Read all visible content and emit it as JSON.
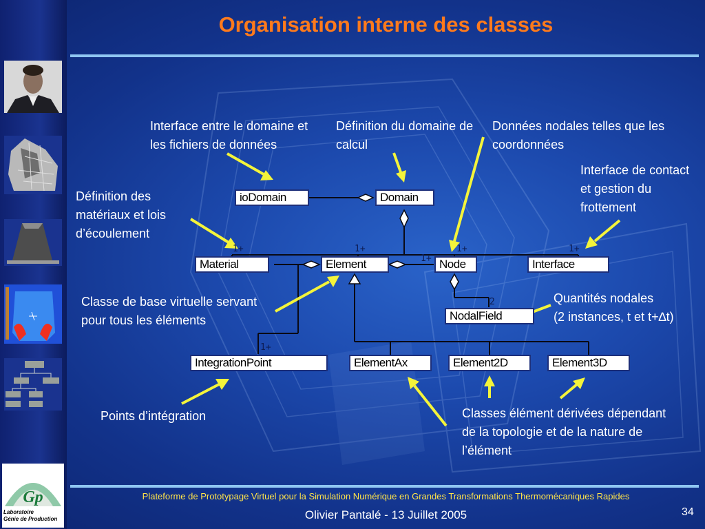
{
  "slide": {
    "title": "Organisation interne des classes",
    "footer": "Plateforme de Prototypage Virtuel pour la Simulation Numérique en Grandes Transformations Thermomécaniques Rapides",
    "author_date": "Olivier Pantalé - 13 Juillet 2005",
    "page_number": "34"
  },
  "sidebar": {
    "logo_text_line1": "Laboratoire",
    "logo_text_line2": "Génie de Production",
    "logo_letters": "Gp"
  },
  "annotations": {
    "io": "Interface entre le domaine et les fichiers de données",
    "domain": "Définition du domaine de calcul",
    "node": "Données nodales telles que les coordonnées",
    "interface": "Interface de contact et gestion du frottement",
    "material": "Définition des matériaux et lois d’écoulement",
    "element": "Classe de base virtuelle servant pour tous les éléments",
    "nodalfield_line1": "Quantités nodales",
    "nodalfield_line2": "(2 instances, t et t+∆t)",
    "integration": "Points d’intégration",
    "derived": "Classes élément dérivées dépendant de la topologie et de la nature de l’élément"
  },
  "classes": {
    "iodomain": "ioDomain",
    "domain": "Domain",
    "material": "Material",
    "element": "Element",
    "node": "Node",
    "interface": "Interface",
    "nodalfield": "NodalField",
    "integrationpoint": "IntegrationPoint",
    "elementax": "ElementAx",
    "element2d": "Element2D",
    "element3d": "Element3D"
  },
  "multiplicities": {
    "material": "1+",
    "element": "1+",
    "node_from_domain": "1+",
    "node_from_element": "1+",
    "interface": "1+",
    "nodalfield": "2",
    "integrationpoint": "1+"
  },
  "colors": {
    "title": "#ff7a1c",
    "footer": "#ffe44a",
    "arrow": "#f4f43a",
    "separator": "#8fc6f2"
  }
}
